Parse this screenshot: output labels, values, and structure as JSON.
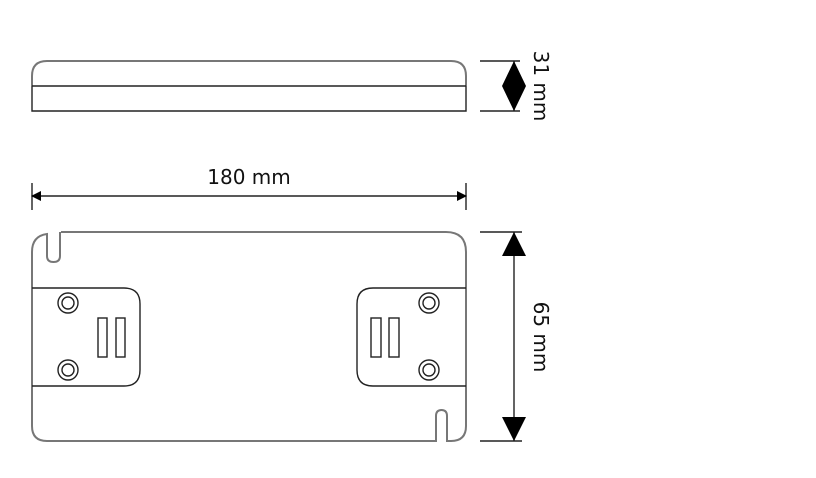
{
  "dimensions": {
    "height_label": "31 mm",
    "length_label": "180 mm",
    "width_label": "65 mm"
  },
  "colors": {
    "line": "#222222",
    "background": "#ffffff"
  }
}
